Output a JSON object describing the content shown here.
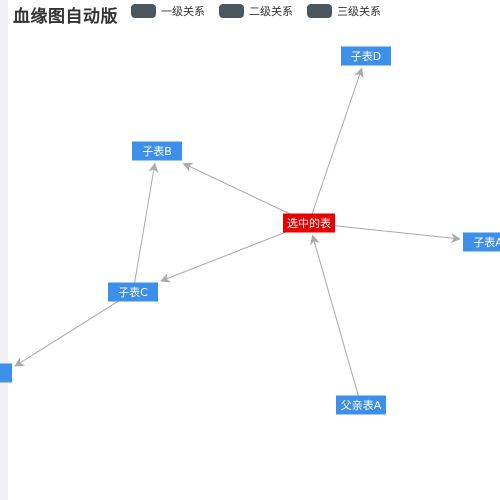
{
  "header": {
    "title": "血缘图自动版"
  },
  "legend": {
    "items": [
      {
        "label": "一级关系",
        "color": "#4a575f"
      },
      {
        "label": "二级关系",
        "color": "#4a575f"
      },
      {
        "label": "三级关系",
        "color": "#4a575f"
      }
    ]
  },
  "colors": {
    "edge": "#aaaaaa",
    "node": "#3d8fea",
    "selected_node": "#e60000"
  },
  "graph": {
    "nodes": [
      {
        "id": "selected",
        "label": "选中的表",
        "selected": true
      },
      {
        "id": "childD",
        "label": "子表D"
      },
      {
        "id": "childB",
        "label": "子表B"
      },
      {
        "id": "childC",
        "label": "子表C"
      },
      {
        "id": "childA",
        "label": "子表A"
      },
      {
        "id": "parentA",
        "label": "父亲表A"
      },
      {
        "id": "edgeLeft",
        "label": ""
      }
    ],
    "edges": [
      {
        "from": "selected",
        "to": "childD"
      },
      {
        "from": "selected",
        "to": "childB"
      },
      {
        "from": "selected",
        "to": "childC"
      },
      {
        "from": "selected",
        "to": "childA"
      },
      {
        "from": "parentA",
        "to": "selected"
      },
      {
        "from": "childC",
        "to": "childB"
      },
      {
        "from": "childC",
        "to": "edgeLeft"
      }
    ]
  }
}
